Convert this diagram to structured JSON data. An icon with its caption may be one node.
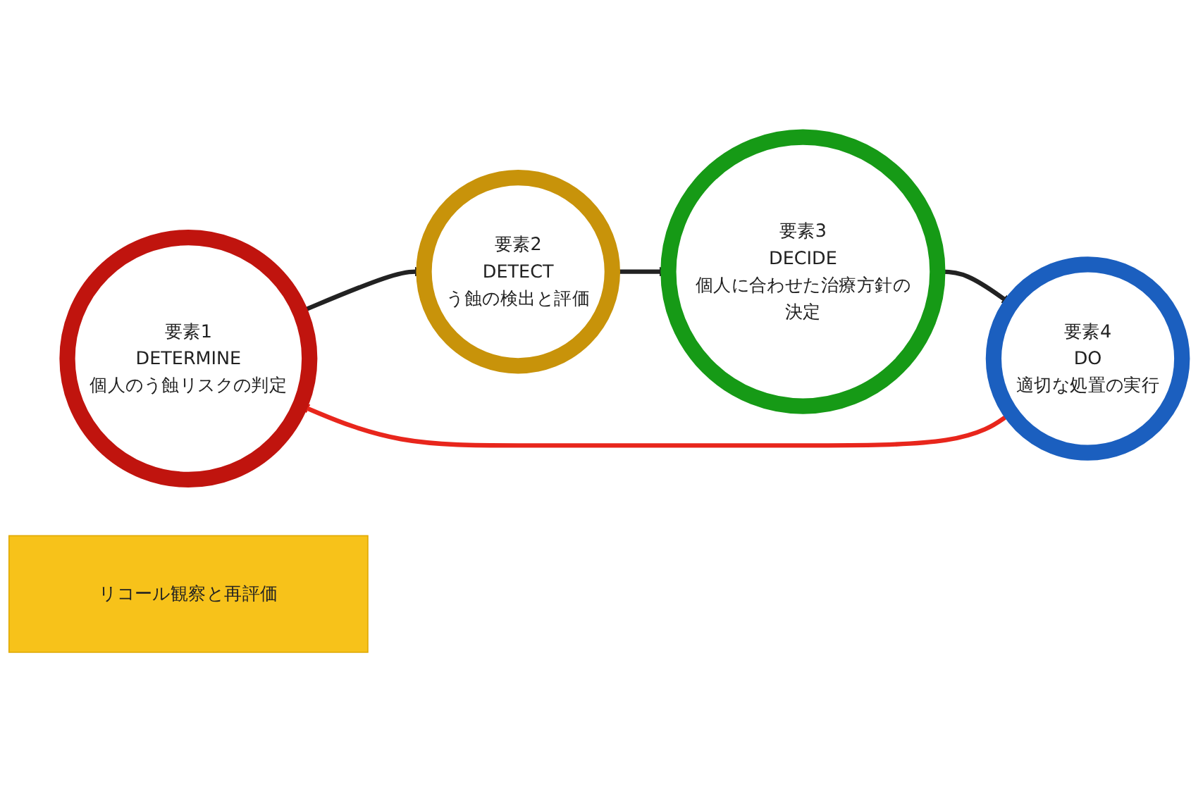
{
  "diagram": {
    "nodes": [
      {
        "text": [
          "要素1",
          "DETERMINE",
          "個人のう蝕リスクの判定"
        ]
      },
      {
        "text": [
          "要素2",
          "DETECT",
          "う蝕の検出と評価"
        ]
      },
      {
        "text": [
          "要素3",
          "DECIDE",
          "個人に合わせた治療方針の決定"
        ]
      },
      {
        "text": [
          "要素4",
          "DO",
          "適切な処置の実行"
        ]
      },
      {
        "text": [
          "リコール観察と再評価"
        ]
      }
    ],
    "edges": [
      {
        "from": 0,
        "to": 1,
        "arrow": "to"
      },
      {
        "from": 1,
        "to": 2,
        "arrow": "to"
      },
      {
        "from": 2,
        "to": 3,
        "arrow": "to"
      },
      {
        "from": 3,
        "to": 0,
        "arrow": "to",
        "color": "#e8261c"
      }
    ]
  }
}
